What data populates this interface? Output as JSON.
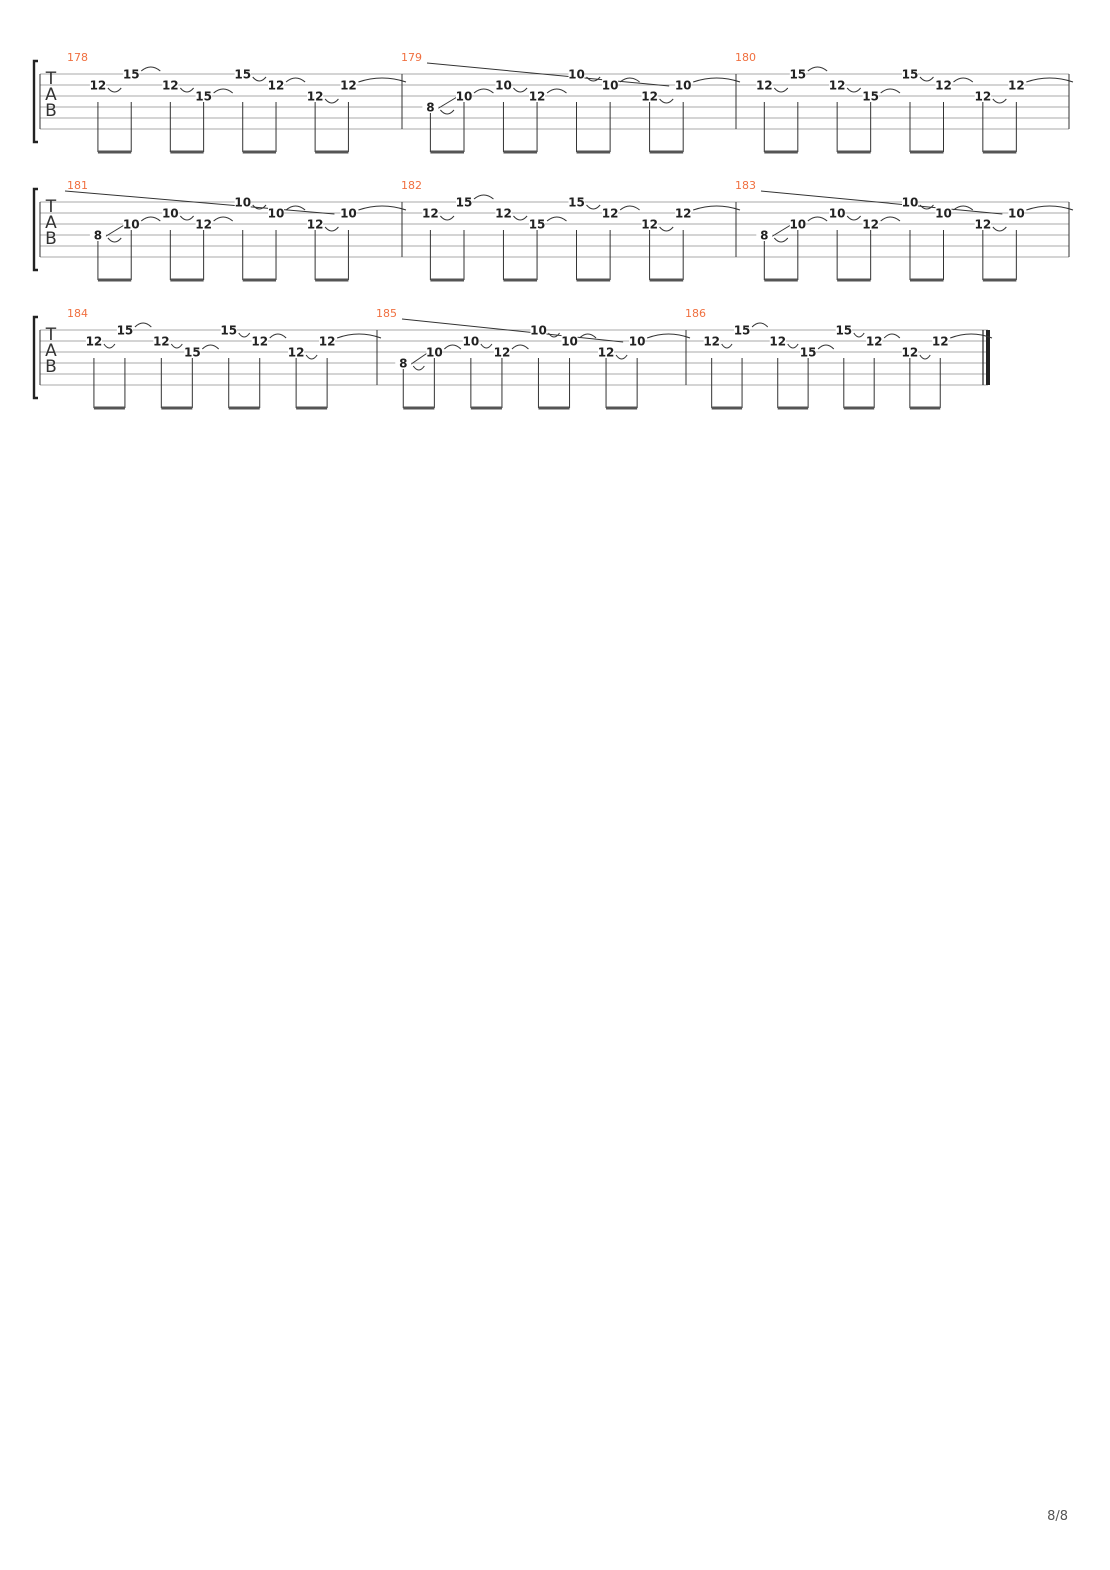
{
  "page": {
    "number": "8/8",
    "accent_color": "#f07040"
  },
  "clef": [
    "T",
    "A",
    "B"
  ],
  "systems": [
    {
      "measures": [
        {
          "number": "178",
          "type": "A"
        },
        {
          "number": "179",
          "type": "B"
        },
        {
          "number": "180",
          "type": "A"
        }
      ]
    },
    {
      "measures": [
        {
          "number": "181",
          "type": "B"
        },
        {
          "number": "182",
          "type": "A"
        },
        {
          "number": "183",
          "type": "B"
        }
      ]
    },
    {
      "measures": [
        {
          "number": "184",
          "type": "A"
        },
        {
          "number": "185",
          "type": "B"
        },
        {
          "number": "186",
          "type": "A"
        }
      ]
    }
  ],
  "patterns": {
    "A": [
      {
        "beat": 0,
        "sub": 0,
        "string": 2,
        "fret": "12"
      },
      {
        "beat": 0,
        "sub": 1,
        "string": 1,
        "fret": "15"
      },
      {
        "beat": 1,
        "sub": 0,
        "string": 2,
        "fret": "12"
      },
      {
        "beat": 1,
        "sub": 1,
        "string": 3,
        "fret": "15"
      },
      {
        "beat": 2,
        "sub": 0,
        "string": 1,
        "fret": "15"
      },
      {
        "beat": 2,
        "sub": 1,
        "string": 2,
        "fret": "12"
      },
      {
        "beat": 3,
        "sub": 0,
        "string": 3,
        "fret": "12"
      },
      {
        "beat": 3,
        "sub": 1,
        "string": 2,
        "fret": "12"
      }
    ],
    "B": [
      {
        "beat": 0,
        "sub": 0,
        "string": 4,
        "fret": "8"
      },
      {
        "beat": 0,
        "sub": 1,
        "string": 3,
        "fret": "10"
      },
      {
        "beat": 1,
        "sub": 0,
        "string": 2,
        "fret": "10"
      },
      {
        "beat": 1,
        "sub": 1,
        "string": 3,
        "fret": "12"
      },
      {
        "beat": 2,
        "sub": 0,
        "string": 1,
        "fret": "10"
      },
      {
        "beat": 2,
        "sub": 1,
        "string": 2,
        "fret": "10"
      },
      {
        "beat": 3,
        "sub": 0,
        "string": 3,
        "fret": "12"
      },
      {
        "beat": 3,
        "sub": 1,
        "string": 2,
        "fret": "10"
      }
    ]
  }
}
